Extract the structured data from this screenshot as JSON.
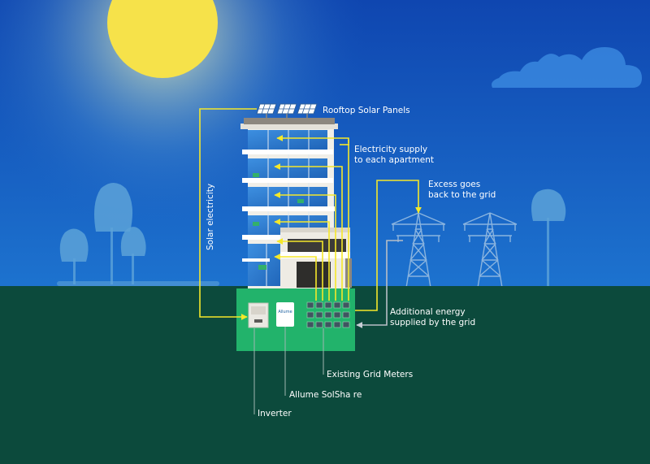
{
  "labels": {
    "rooftop_solar_panels": "Rooftop Solar Panels",
    "electricity_supply_line1": "Electricity supply",
    "electricity_supply_line2": "to each apartment",
    "excess_line1": "Excess goes",
    "excess_line2": "back to the grid",
    "solar_electricity": "Solar electricity",
    "additional_line1": "Additional energy",
    "additional_line2": "supplied by the grid",
    "existing_grid_meters": "Existing Grid Meters",
    "allume_solshare": "Allume SolSha re",
    "inverter": "Inverter",
    "allume_device_text": "Allume"
  },
  "colors": {
    "sky": "#1b66c9",
    "sky_deep": "#0f46b0",
    "sun": "#f6e24a",
    "ground": "#0c4a3c",
    "plant_box": "#22b36b",
    "flow_yellow": "#f5e82a",
    "flow_grey": "#b8bec6",
    "label_text": "#ffffff"
  }
}
